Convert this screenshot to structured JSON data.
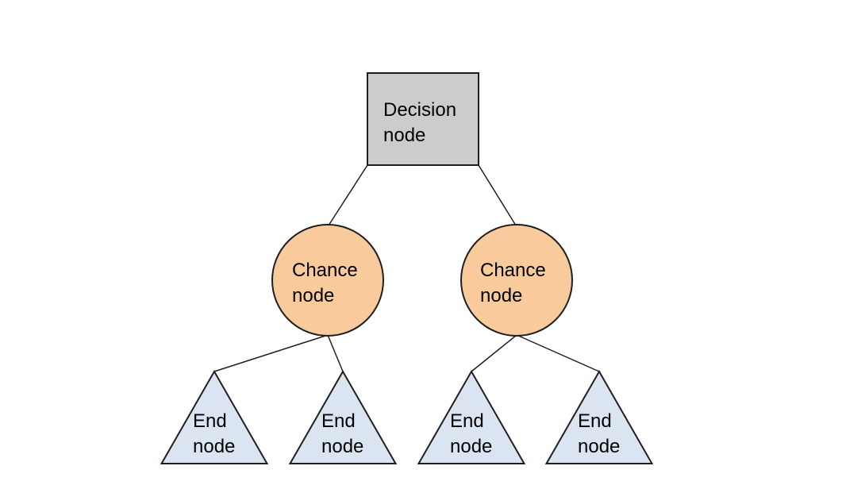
{
  "colors": {
    "background": "#ffffff",
    "decision_fill": "#cccccc",
    "chance_fill": "#f9cb9c",
    "end_fill": "#dbe5f1",
    "line": "#1f1f1f",
    "text": "#000000"
  },
  "nodes": {
    "decision": {
      "shape": "square",
      "lines": [
        "Decision",
        "node"
      ]
    },
    "chance_left": {
      "shape": "circle",
      "lines": [
        "Chance",
        "node"
      ]
    },
    "chance_right": {
      "shape": "circle",
      "lines": [
        "Chance",
        "node"
      ]
    },
    "end_1": {
      "shape": "triangle",
      "lines": [
        "End",
        "node"
      ]
    },
    "end_2": {
      "shape": "triangle",
      "lines": [
        "End",
        "node"
      ]
    },
    "end_3": {
      "shape": "triangle",
      "lines": [
        "End",
        "node"
      ]
    },
    "end_4": {
      "shape": "triangle",
      "lines": [
        "End",
        "node"
      ]
    }
  },
  "edges": [
    {
      "from": "decision",
      "to": "chance_left"
    },
    {
      "from": "decision",
      "to": "chance_right"
    },
    {
      "from": "chance_left",
      "to": "end_1"
    },
    {
      "from": "chance_left",
      "to": "end_2"
    },
    {
      "from": "chance_right",
      "to": "end_3"
    },
    {
      "from": "chance_right",
      "to": "end_4"
    }
  ]
}
